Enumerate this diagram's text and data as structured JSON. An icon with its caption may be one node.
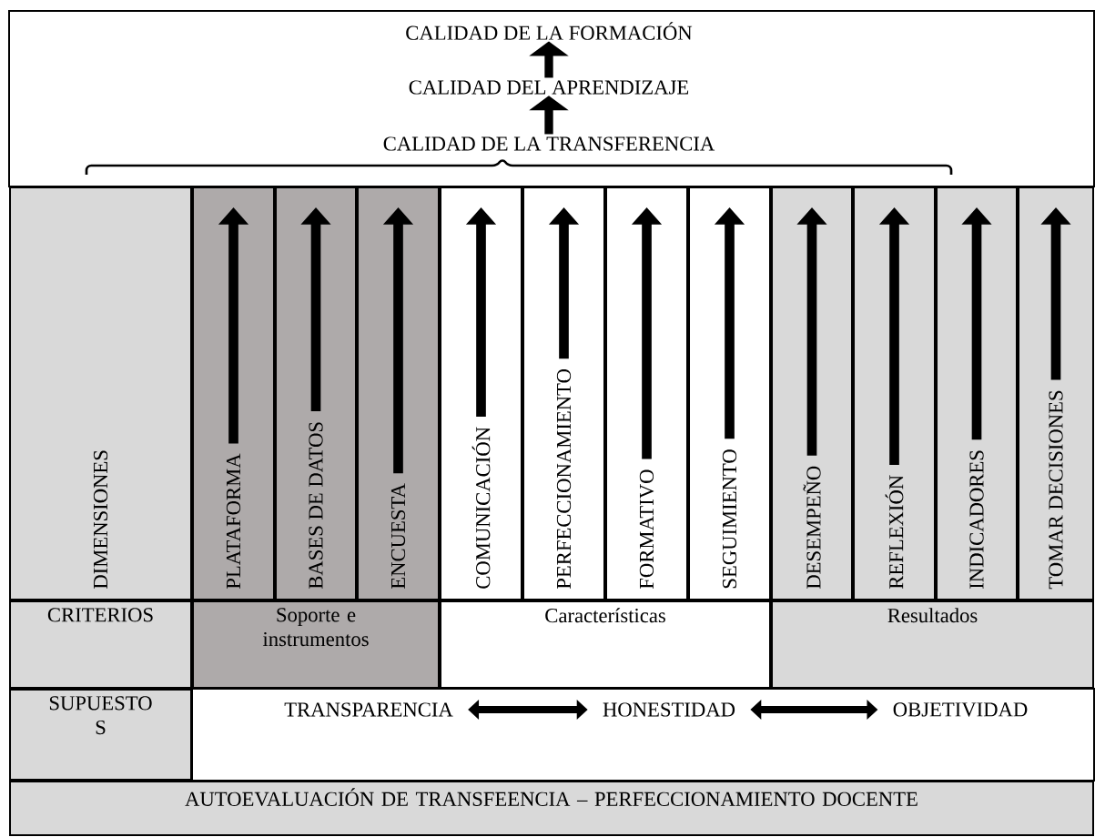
{
  "diagram": {
    "nodes": [
      {
        "text": [
          "CALIDAD DE LA FORMACIÓN"
        ]
      },
      {
        "text": [
          "CALIDAD DEL APRENDIZAJE"
        ]
      },
      {
        "text": [
          "CALIDAD DE LA TRANSFERENCIA"
        ]
      },
      {
        "text": [
          "DIMENSIONES"
        ]
      },
      {
        "text": [
          "PLATAFORMA"
        ]
      },
      {
        "text": [
          "BASES DE DATOS"
        ]
      },
      {
        "text": [
          "ENCUESTA"
        ]
      },
      {
        "text": [
          "COMUNICACIÓN"
        ]
      },
      {
        "text": [
          "PERFECCIONAMIENTO"
        ]
      },
      {
        "text": [
          "FORMATIVO"
        ]
      },
      {
        "text": [
          "SEGUIMIENTO"
        ]
      },
      {
        "text": [
          "DESEMPEÑO"
        ]
      },
      {
        "text": [
          "REFLEXIÓN"
        ]
      },
      {
        "text": [
          "INDICADORES"
        ]
      },
      {
        "text": [
          "TOMAR DECISIONES"
        ]
      },
      {
        "text": [
          "CRITERIOS"
        ]
      },
      {
        "text": [
          "Soporte e instrumentos"
        ]
      },
      {
        "text": [
          "Características"
        ]
      },
      {
        "text": [
          "Resultados"
        ]
      },
      {
        "text": [
          "SUPUESTO S"
        ]
      },
      {
        "text": [
          "TRANSPARENCIA"
        ]
      },
      {
        "text": [
          "HONESTIDAD"
        ]
      },
      {
        "text": [
          "OBJETIVIDAD"
        ]
      },
      {
        "text": [
          "AUTOEVALUACIÓN DE TRANSFEENCIA – PERFECCIONAMIENTO DOCENTE"
        ]
      }
    ],
    "edges": [
      {
        "from": 2,
        "to": 1,
        "arrow": "to"
      },
      {
        "from": 1,
        "to": 0,
        "arrow": "to"
      },
      {
        "from": 4,
        "to": null,
        "arrow": "to"
      },
      {
        "from": 5,
        "to": null,
        "arrow": "to"
      },
      {
        "from": 6,
        "to": null,
        "arrow": "to"
      },
      {
        "from": 7,
        "to": null,
        "arrow": "to"
      },
      {
        "from": 8,
        "to": null,
        "arrow": "to"
      },
      {
        "from": 9,
        "to": null,
        "arrow": "to"
      },
      {
        "from": 10,
        "to": null,
        "arrow": "to"
      },
      {
        "from": 11,
        "to": null,
        "arrow": "to"
      },
      {
        "from": 12,
        "to": null,
        "arrow": "to"
      },
      {
        "from": 13,
        "to": null,
        "arrow": "to"
      },
      {
        "from": 14,
        "to": null,
        "arrow": "to"
      },
      {
        "from": 20,
        "to": 21,
        "arrow": "both"
      },
      {
        "from": 21,
        "to": 22,
        "arrow": "both"
      }
    ]
  }
}
